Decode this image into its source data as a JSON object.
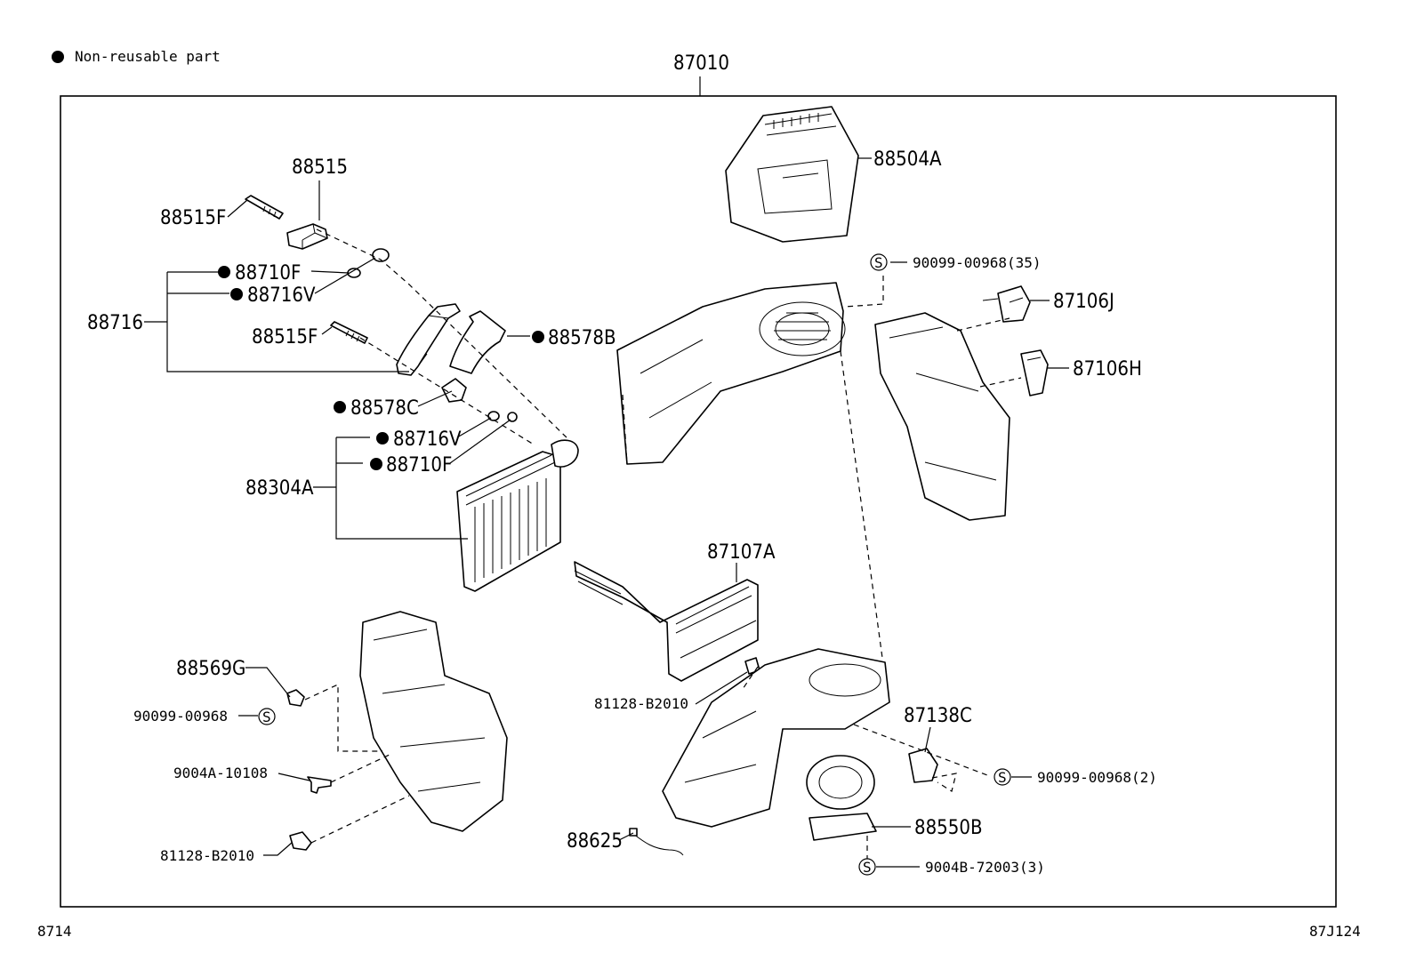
{
  "legend": {
    "marker": "●",
    "text": "Non-reusable part"
  },
  "assembly": "87010",
  "footer": {
    "left": "8714",
    "right": "87J124"
  },
  "parts": {
    "p88515": "88515",
    "p88515F_a": "88515F",
    "p88515F_b": "88515F",
    "p88710F_a": "88710F",
    "p88716V_a": "88716V",
    "p88716": "88716",
    "p88578B": "88578B",
    "p88578C": "88578C",
    "p88716V_b": "88716V",
    "p88710F_b": "88710F",
    "p88304A": "88304A",
    "p88504A": "88504A",
    "p90099_00968_35": "90099-00968(35)",
    "p87106J": "87106J",
    "p87106H": "87106H",
    "p87107A": "87107A",
    "p81128_B2010_a": "81128-B2010",
    "p88569G": "88569G",
    "p90099_00968": "90099-00968",
    "p9004A_10108": "9004A-10108",
    "p81128_B2010_b": "81128-B2010",
    "p87138C": "87138C",
    "p90099_00968_2": "90099-00968(2)",
    "p88625": "88625",
    "p88550B": "88550B",
    "p9004B_72003_3": "9004B-72003(3)"
  },
  "screw_symbol": "S"
}
